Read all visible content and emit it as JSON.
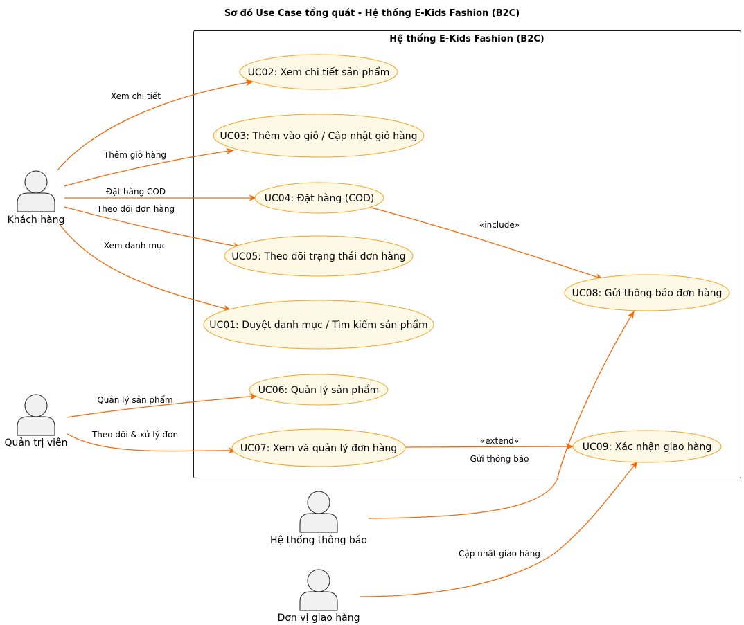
{
  "title": "Sơ đồ Use Case tổng quát - Hệ thống E-Kids Fashion (B2C)",
  "system_boundary": {
    "title": "Hệ thống E-Kids Fashion (B2C)"
  },
  "colors": {
    "use_case_fill": "#fef8e6",
    "use_case_stroke": "#f4a41e",
    "edge": "#f46a0a",
    "actor_fill": "#f1f1f1",
    "actor_stroke": "#181818"
  },
  "actors": {
    "customer": "Khách hàng",
    "admin": "Quản trị viên",
    "notifier": "Hệ thống thông báo",
    "shipper": "Đơn vị giao hàng"
  },
  "use_cases": {
    "uc01": "UC01: Duyệt danh mục / Tìm kiếm sản phẩm",
    "uc02": "UC02: Xem chi tiết sản phẩm",
    "uc03": "UC03: Thêm vào giỏ / Cập nhật giỏ hàng",
    "uc04": "UC04: Đặt hàng (COD)",
    "uc05": "UC05: Theo dõi trạng thái đơn hàng",
    "uc06": "UC06: Quản lý sản phẩm",
    "uc07": "UC07: Xem và quản lý đơn hàng",
    "uc08": "UC08: Gửi thông báo đơn hàng",
    "uc09": "UC09: Xác nhận giao hàng"
  },
  "relations": {
    "view_detail": "Xem chi tiết",
    "add_to_cart": "Thêm giỏ hàng",
    "order_cod": "Đặt hàng COD",
    "track_order": "Theo dõi đơn hàng",
    "browse_category": "Xem danh mục",
    "manage_products": "Quản lý sản phẩm",
    "handle_orders": "Theo dõi & xử lý đơn",
    "include": "«include»",
    "extend": "«extend»",
    "send_notification": "Gửi thông báo",
    "update_delivery": "Cập nhật giao hàng"
  }
}
